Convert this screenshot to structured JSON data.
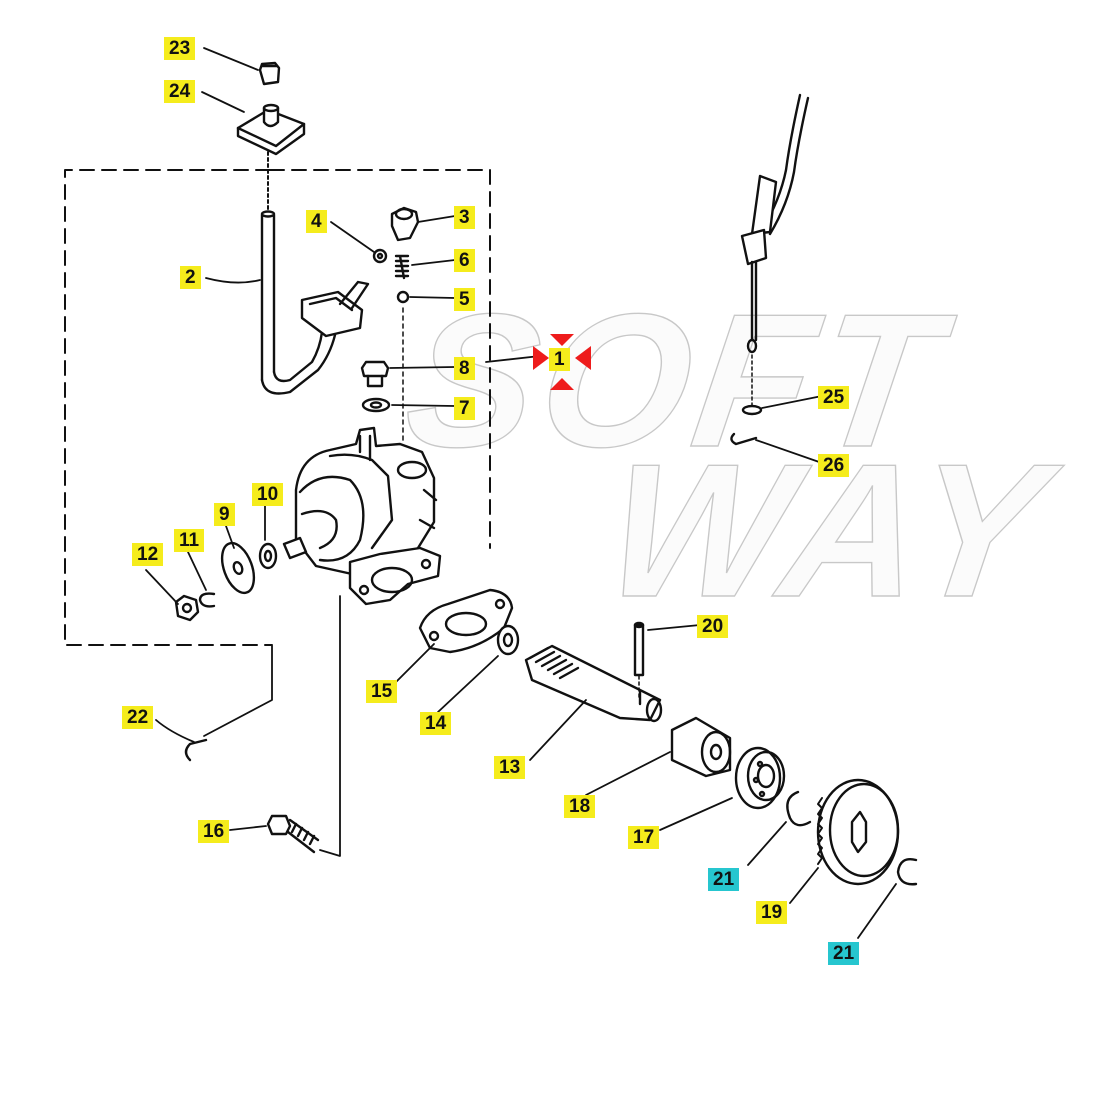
{
  "watermark": {
    "line1": "SOFT",
    "line2": "WAY"
  },
  "colors": {
    "callout_bg": "#f5ec1c",
    "callout_alt_bg": "#26c6cf",
    "marker": "#ee1c1c",
    "ink": "#111111"
  },
  "callouts": [
    {
      "id": "1",
      "label": "1",
      "style": "marker"
    },
    {
      "id": "2",
      "label": "2",
      "style": "yellow"
    },
    {
      "id": "3",
      "label": "3",
      "style": "yellow"
    },
    {
      "id": "4",
      "label": "4",
      "style": "yellow"
    },
    {
      "id": "5",
      "label": "5",
      "style": "yellow"
    },
    {
      "id": "6",
      "label": "6",
      "style": "yellow"
    },
    {
      "id": "7",
      "label": "7",
      "style": "yellow"
    },
    {
      "id": "8",
      "label": "8",
      "style": "yellow"
    },
    {
      "id": "9",
      "label": "9",
      "style": "yellow"
    },
    {
      "id": "10",
      "label": "10",
      "style": "yellow"
    },
    {
      "id": "11",
      "label": "11",
      "style": "yellow"
    },
    {
      "id": "12",
      "label": "12",
      "style": "yellow"
    },
    {
      "id": "13",
      "label": "13",
      "style": "yellow"
    },
    {
      "id": "14",
      "label": "14",
      "style": "yellow"
    },
    {
      "id": "15",
      "label": "15",
      "style": "yellow"
    },
    {
      "id": "16",
      "label": "16",
      "style": "yellow"
    },
    {
      "id": "17",
      "label": "17",
      "style": "yellow"
    },
    {
      "id": "18",
      "label": "18",
      "style": "yellow"
    },
    {
      "id": "19",
      "label": "19",
      "style": "yellow"
    },
    {
      "id": "20",
      "label": "20",
      "style": "yellow"
    },
    {
      "id": "21a",
      "label": "21",
      "style": "cyan"
    },
    {
      "id": "21b",
      "label": "21",
      "style": "cyan"
    },
    {
      "id": "22",
      "label": "22",
      "style": "yellow"
    },
    {
      "id": "23",
      "label": "23",
      "style": "yellow"
    },
    {
      "id": "24",
      "label": "24",
      "style": "yellow"
    },
    {
      "id": "25",
      "label": "25",
      "style": "yellow"
    },
    {
      "id": "26",
      "label": "26",
      "style": "yellow"
    }
  ]
}
